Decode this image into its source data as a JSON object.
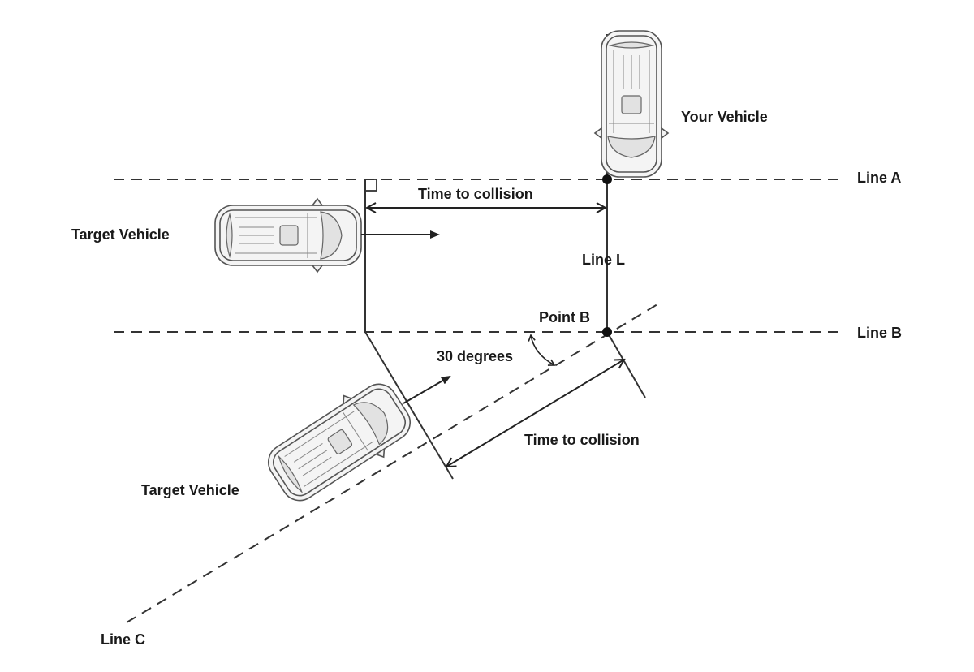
{
  "labels": {
    "your_vehicle": "Your Vehicle",
    "line_a": "Line A",
    "line_b": "Line B",
    "line_c": "Line C",
    "line_l": "Line L",
    "point_b": "Point B",
    "target_vehicle_top": "Target Vehicle",
    "target_vehicle_bottom": "Target Vehicle",
    "time_to_collision_top": "Time to collision",
    "time_to_collision_bottom": "Time to collision",
    "angle": "30 degrees"
  },
  "colors": {
    "ink": "#333333",
    "car_fill": "#f4f4f4"
  },
  "icons": {
    "vehicle": "car-top-view-icon"
  }
}
